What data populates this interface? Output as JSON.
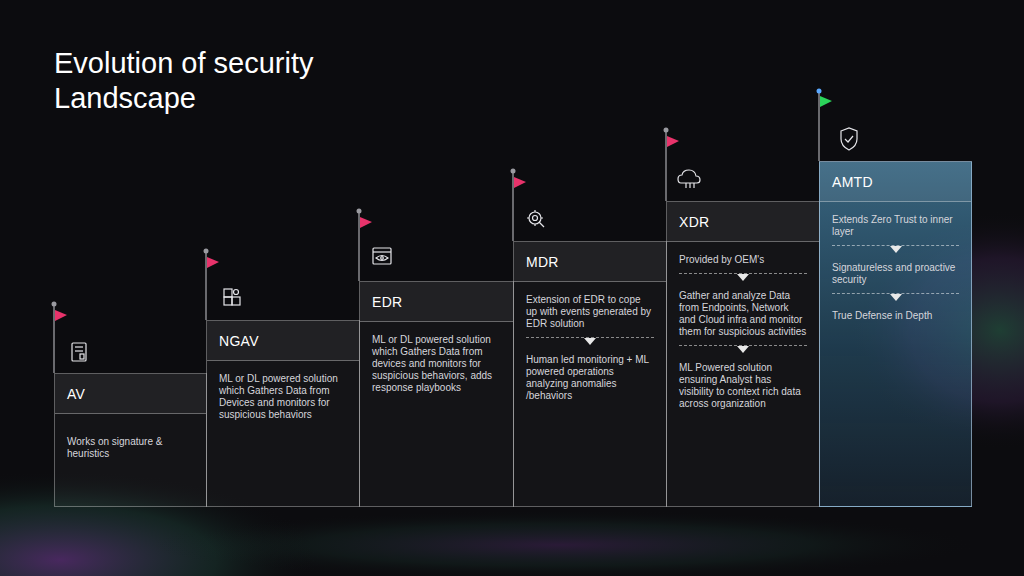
{
  "diagram": {
    "title": "Evolution of security Landscape",
    "nodes": [
      {
        "text": [
          "AV",
          "Works on signature & heuristics"
        ]
      },
      {
        "text": [
          "NGAV",
          "ML or DL powered solution which Gathers Data from Devices and monitors for suspicious behaviors"
        ]
      },
      {
        "text": [
          "EDR",
          "ML or DL powered solution which Gathers Data from devices and monitors for suspicious behaviors, adds response playbooks"
        ]
      },
      {
        "text": [
          "MDR",
          "Extension of EDR to cope up with events generated by EDR solution",
          "Human led monitoring + ML powered operations analyzing anomalies /behaviors"
        ]
      },
      {
        "text": [
          "XDR",
          "Provided by OEM's",
          "Gather and analyze Data from Endpoints, Network and Cloud infra and monitor them for suspicious activities",
          "ML Powered solution ensuring Analyst has visibility to context rich data across organization"
        ]
      },
      {
        "text": [
          "AMTD",
          "Extends Zero Trust to inner layer",
          "Signatureless and proactive security",
          "True Defense in Depth"
        ]
      }
    ]
  }
}
